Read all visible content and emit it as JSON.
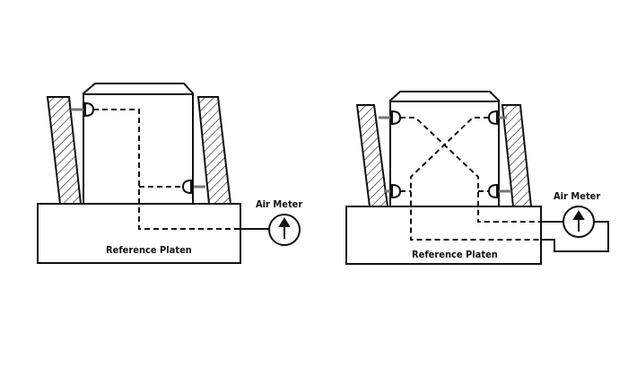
{
  "left_diagram": {
    "platen_label": "Reference Platen",
    "meter_label": "Air Meter"
  },
  "right_diagram": {
    "platen_label": "Reference Platen",
    "meter_label": "Air Meter"
  },
  "colors": {
    "ink": "#111111",
    "background": "#ffffff"
  }
}
